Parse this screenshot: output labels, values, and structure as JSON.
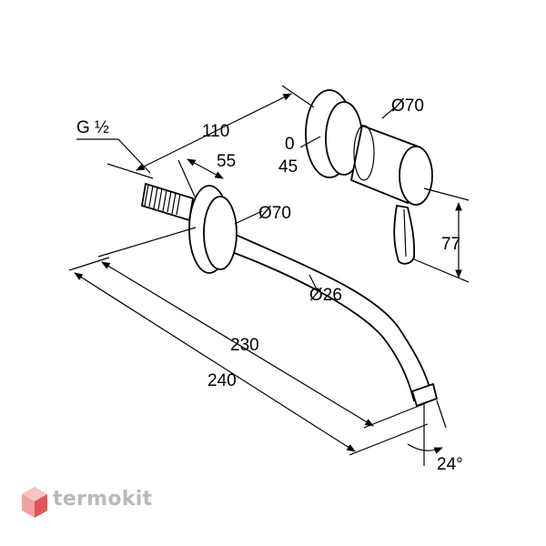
{
  "diagram": {
    "labels": {
      "thread": "G ½",
      "len_110": "110",
      "len_55": "55",
      "dia_70_top": "Ø70",
      "range_0": "0",
      "range_45": "45",
      "dia_70_mid": "Ø70",
      "height_77": "77",
      "dia_26": "Ø26",
      "len_230": "230",
      "len_240": "240",
      "angle_24": "24°"
    }
  },
  "watermark": {
    "brand": "termokit",
    "colors": {
      "text": "#b9b9b9",
      "mark_light": "#f4a0a0",
      "mark_dark": "#e0555a"
    }
  }
}
